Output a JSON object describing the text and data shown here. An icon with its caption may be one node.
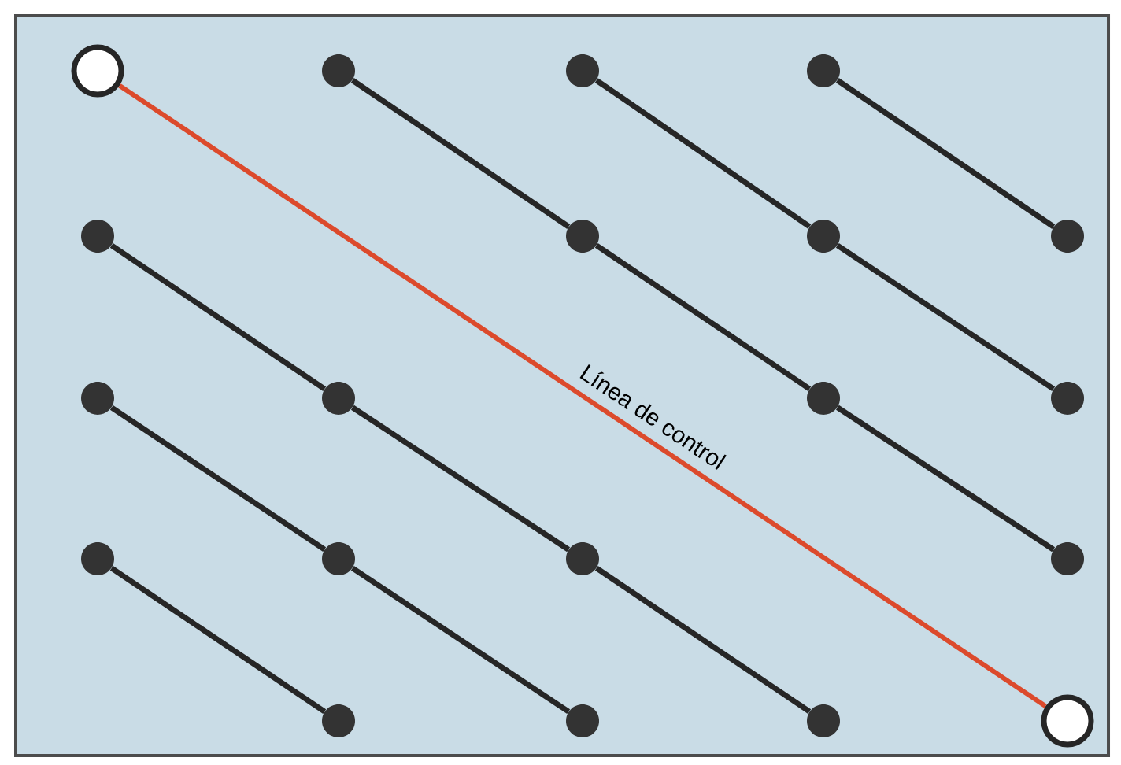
{
  "diagram": {
    "nodes": [
      {
        "text": [],
        "shape": "circle"
      },
      {
        "text": [],
        "shape": "circle"
      },
      {
        "text": [],
        "shape": "circle"
      },
      {
        "text": [],
        "shape": "circle"
      },
      {
        "text": [],
        "shape": "circle"
      },
      {
        "text": [],
        "shape": "circle"
      },
      {
        "text": [],
        "shape": "circle"
      },
      {
        "text": [],
        "shape": "circle"
      },
      {
        "text": [],
        "shape": "circle"
      },
      {
        "text": [],
        "shape": "circle"
      },
      {
        "text": [],
        "shape": "circle"
      },
      {
        "text": [],
        "shape": "circle"
      },
      {
        "text": [],
        "shape": "circle"
      },
      {
        "text": [],
        "shape": "circle"
      },
      {
        "text": [],
        "shape": "circle"
      },
      {
        "text": [],
        "shape": "circle"
      },
      {
        "text": [],
        "shape": "circle"
      },
      {
        "text": [],
        "shape": "circle"
      },
      {
        "text": [],
        "shape": "circle"
      },
      {
        "text": [],
        "shape": "circle"
      }
    ],
    "edges": [
      {
        "from": 1,
        "to": 5,
        "arrow": "none"
      },
      {
        "from": 5,
        "to": 10,
        "arrow": "none"
      },
      {
        "from": 10,
        "to": 15,
        "arrow": "none"
      },
      {
        "from": 2,
        "to": 6,
        "arrow": "none"
      },
      {
        "from": 6,
        "to": 11,
        "arrow": "none"
      },
      {
        "from": 3,
        "to": 7,
        "arrow": "none"
      },
      {
        "from": 4,
        "to": 9,
        "arrow": "none"
      },
      {
        "from": 9,
        "to": 14,
        "arrow": "none"
      },
      {
        "from": 14,
        "to": 18,
        "arrow": "none"
      },
      {
        "from": 8,
        "to": 13,
        "arrow": "none"
      },
      {
        "from": 13,
        "to": 17,
        "arrow": "none"
      },
      {
        "from": 12,
        "to": 16,
        "arrow": "none"
      },
      {
        "from": 0,
        "to": 19,
        "arrow": "none",
        "label": "Línea de control",
        "color": "#dc4a2c"
      }
    ]
  }
}
